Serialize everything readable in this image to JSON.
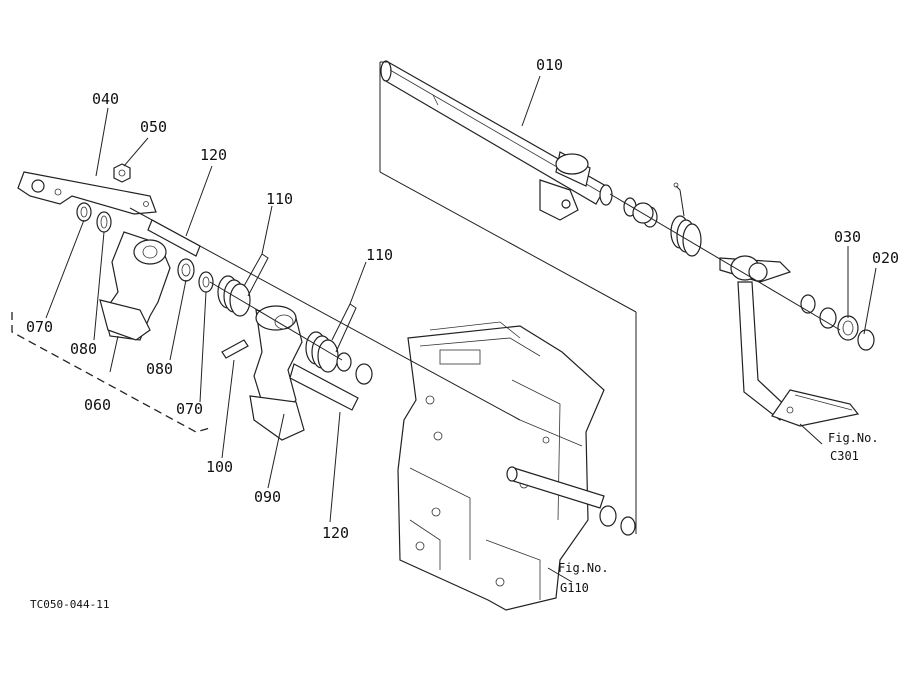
{
  "callouts": [
    {
      "label": "010"
    },
    {
      "label": "020"
    },
    {
      "label": "030"
    },
    {
      "label": "040"
    },
    {
      "label": "050"
    },
    {
      "label": "060"
    },
    {
      "label": "070"
    },
    {
      "label": "070"
    },
    {
      "label": "080"
    },
    {
      "label": "080"
    },
    {
      "label": "090"
    },
    {
      "label": "100"
    },
    {
      "label": "110"
    },
    {
      "label": "110"
    },
    {
      "label": "120"
    },
    {
      "label": "120"
    }
  ],
  "fig_refs": {
    "c301": {
      "line1": "Fig.No.",
      "line2": "C301"
    },
    "g110": {
      "line1": "Fig.No.",
      "line2": "G110"
    }
  },
  "drawing_code": "TC050-044-11"
}
